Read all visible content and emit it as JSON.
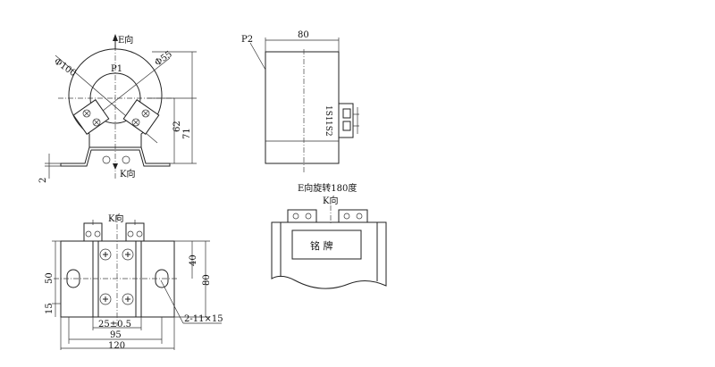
{
  "labels": {
    "e_dir_top": "E向",
    "k_dir_front": "K向",
    "phi100": "Φ100",
    "phi55": "Φ55",
    "p1": "P1",
    "dim62": "62",
    "dim71": "71",
    "dim2": "2",
    "p2": "P2",
    "dim80_side": "80",
    "s1": "1S1",
    "s2": "1S2",
    "k_dir_bottom": "K向",
    "dim40": "40",
    "dim80_bottom": "80",
    "dim50": "50",
    "dim15": "15",
    "dim25": "25±0.5",
    "dim95": "95",
    "dim120": "120",
    "holes": "2-11×15",
    "rot_title": "E向旋转180度",
    "k_dir_right": "K向",
    "nameplate": "铭  牌"
  }
}
